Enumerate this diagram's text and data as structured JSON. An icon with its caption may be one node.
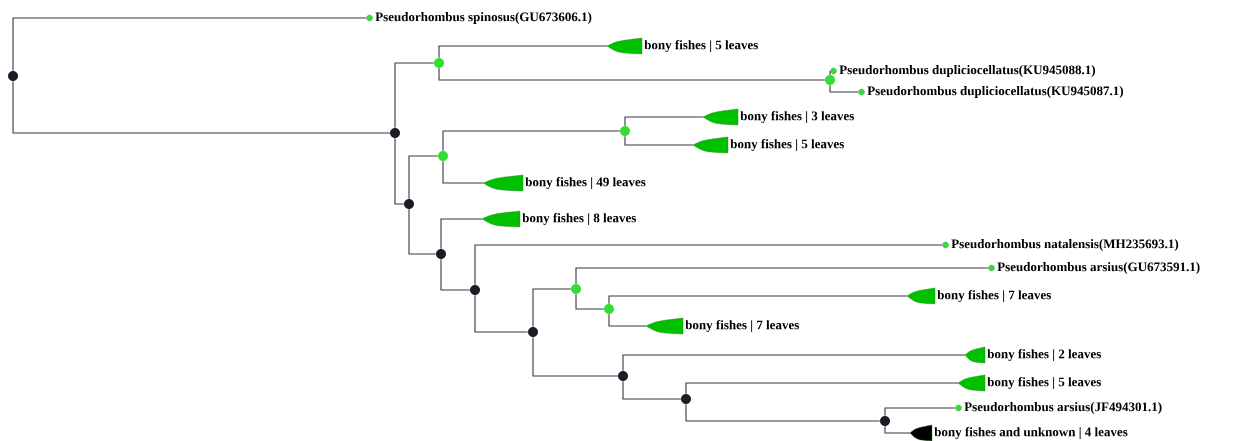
{
  "diagram": {
    "nodes": [
      {
        "text": [],
        "shape": "circle"
      },
      {
        "text": [
          "Pseudorhombus spinosus(GU673606.1)"
        ]
      },
      {
        "text": [],
        "shape": "circle"
      },
      {
        "text": [],
        "shape": "circle"
      },
      {
        "text": [
          "bony fishes | 5 leaves"
        ]
      },
      {
        "text": [],
        "shape": "circle"
      },
      {
        "text": [
          "Pseudorhombus dupliciocellatus(KU945088.1)"
        ]
      },
      {
        "text": [
          "Pseudorhombus dupliciocellatus(KU945087.1)"
        ]
      },
      {
        "text": [],
        "shape": "circle"
      },
      {
        "text": [],
        "shape": "circle"
      },
      {
        "text": [],
        "shape": "circle"
      },
      {
        "text": [
          "bony fishes | 3 leaves"
        ]
      },
      {
        "text": [
          "bony fishes | 5 leaves"
        ]
      },
      {
        "text": [
          "bony fishes | 49 leaves"
        ]
      },
      {
        "text": [],
        "shape": "circle"
      },
      {
        "text": [
          "bony fishes | 8 leaves"
        ]
      },
      {
        "text": [],
        "shape": "circle"
      },
      {
        "text": [
          "Pseudorhombus natalensis(MH235693.1)"
        ]
      },
      {
        "text": [],
        "shape": "circle"
      },
      {
        "text": [],
        "shape": "circle"
      },
      {
        "text": [
          "Pseudorhombus arsius(GU673591.1)"
        ]
      },
      {
        "text": [],
        "shape": "circle"
      },
      {
        "text": [
          "bony fishes | 7 leaves"
        ]
      },
      {
        "text": [
          "bony fishes | 7 leaves"
        ]
      },
      {
        "text": [],
        "shape": "circle"
      },
      {
        "text": [
          "bony fishes | 2 leaves"
        ]
      },
      {
        "text": [],
        "shape": "circle"
      },
      {
        "text": [
          "bony fishes | 5 leaves"
        ]
      },
      {
        "text": [],
        "shape": "circle"
      },
      {
        "text": [
          "Pseudorhombus arsius(JF494301.1)"
        ]
      },
      {
        "text": [
          "bony fishes and unknown | 4 leaves"
        ]
      }
    ],
    "edges": [
      {
        "from": 0,
        "to": 1,
        "arrow": "none"
      },
      {
        "from": 0,
        "to": 2,
        "arrow": "none"
      },
      {
        "from": 2,
        "to": 3,
        "arrow": "none"
      },
      {
        "from": 2,
        "to": 8,
        "arrow": "none"
      },
      {
        "from": 3,
        "to": 4,
        "arrow": "none"
      },
      {
        "from": 3,
        "to": 5,
        "arrow": "none"
      },
      {
        "from": 5,
        "to": 6,
        "arrow": "none"
      },
      {
        "from": 5,
        "to": 7,
        "arrow": "none"
      },
      {
        "from": 8,
        "to": 9,
        "arrow": "none"
      },
      {
        "from": 8,
        "to": 14,
        "arrow": "none"
      },
      {
        "from": 9,
        "to": 10,
        "arrow": "none"
      },
      {
        "from": 9,
        "to": 13,
        "arrow": "none"
      },
      {
        "from": 10,
        "to": 11,
        "arrow": "none"
      },
      {
        "from": 10,
        "to": 12,
        "arrow": "none"
      },
      {
        "from": 14,
        "to": 15,
        "arrow": "none"
      },
      {
        "from": 14,
        "to": 16,
        "arrow": "none"
      },
      {
        "from": 16,
        "to": 17,
        "arrow": "none"
      },
      {
        "from": 16,
        "to": 18,
        "arrow": "none"
      },
      {
        "from": 18,
        "to": 19,
        "arrow": "none"
      },
      {
        "from": 18,
        "to": 24,
        "arrow": "none"
      },
      {
        "from": 19,
        "to": 20,
        "arrow": "none"
      },
      {
        "from": 19,
        "to": 21,
        "arrow": "none"
      },
      {
        "from": 21,
        "to": 22,
        "arrow": "none"
      },
      {
        "from": 21,
        "to": 23,
        "arrow": "none"
      },
      {
        "from": 24,
        "to": 25,
        "arrow": "none"
      },
      {
        "from": 24,
        "to": 26,
        "arrow": "none"
      },
      {
        "from": 26,
        "to": 27,
        "arrow": "none"
      },
      {
        "from": 26,
        "to": 28,
        "arrow": "none"
      },
      {
        "from": 28,
        "to": 29,
        "arrow": "none"
      },
      {
        "from": 28,
        "to": 30,
        "arrow": "none"
      }
    ]
  }
}
